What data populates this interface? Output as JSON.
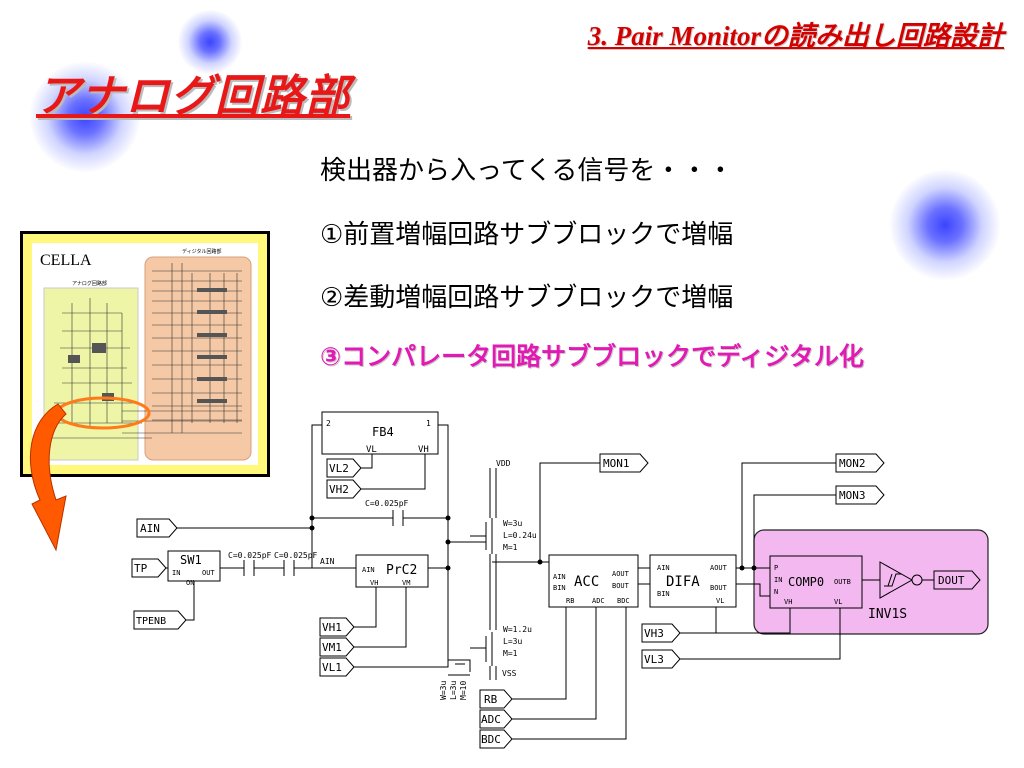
{
  "header": {
    "section_title": "3. Pair Monitorの読み出し回路設計",
    "main_title": "アナログ回路部"
  },
  "body": {
    "lines": [
      "検出器から入ってくる信号を・・・",
      "①前置増幅回路サブブロックで増幅",
      "②差動増幅回路サブブロックで増幅"
    ],
    "highlight_line": "③コンパレータ回路サブブロックでディジタル化"
  },
  "thumbnail": {
    "label": "CELLA",
    "digital_caption": "ディジタル回路部",
    "analog_caption": "アナログ回路部"
  },
  "colors": {
    "title_red": "#d40000",
    "highlight_magenta": "#e21ab4",
    "comparator_fill": "#f3b8f0",
    "comparator_border": "#222222",
    "thumb_frame_yellow": "#fff87a",
    "analog_block": "#eef5a6",
    "digital_block": "#f5c9a5",
    "ellipse_orange": "#ff7a1a",
    "arrow_orange": "#ff5a00"
  },
  "schematic": {
    "ports_in": {
      "ain": "AIN",
      "tp": "TP",
      "tpenb": "TPENB",
      "vl2": "VL2",
      "vh2": "VH2",
      "vh1": "VH1",
      "vm1": "VM1",
      "vl1": "VL1",
      "vh3": "VH3",
      "vl3": "VL3",
      "rb": "RB",
      "adc": "ADC",
      "bdc": "BDC"
    },
    "ports_out": {
      "mon1": "MON1",
      "mon2": "MON2",
      "mon3": "MON3",
      "dout": "DOUT"
    },
    "fb4": {
      "name": "FB4",
      "pin2": "2",
      "pin1": "1",
      "vl": "VL",
      "vh": "VH"
    },
    "sw1": {
      "name": "SW1",
      "in": "IN",
      "out": "OUT",
      "on": "ON"
    },
    "caps": {
      "c_input_a": "C=0.025pF",
      "c_input_b": "C=0.025pF",
      "c_feedback": "C=0.025pF"
    },
    "net_ain": "AIN",
    "prc2": {
      "name": "PrC2",
      "ain": "AIN",
      "vh": "VH",
      "vm": "VM"
    },
    "vdd": "VDD",
    "vss": "VSS",
    "pmos": {
      "w": "W=3u",
      "l": "L=0.24u",
      "m": "M=1"
    },
    "nmos": {
      "w": "W=1.2u",
      "l": "L=3u",
      "m": "M=1"
    },
    "bias_fet": {
      "w": "W=3u",
      "l": "L=3u",
      "m": "M=10"
    },
    "acc": {
      "name": "ACC",
      "ain": "AIN",
      "bin": "BIN",
      "aout": "AOUT",
      "bout": "BOUT",
      "rb": "RB",
      "adc": "ADC",
      "bdc": "BDC"
    },
    "difa": {
      "name": "DIFA",
      "ain": "AIN",
      "bin": "BIN",
      "aout": "AOUT",
      "bout": "BOUT",
      "vl": "VL"
    },
    "comp0": {
      "name": "COMP0",
      "p": "P",
      "in": "IN",
      "n": "N",
      "outb": "OUTB",
      "vh": "VH",
      "vl": "VL"
    },
    "inv": {
      "name": "INV1S"
    }
  }
}
